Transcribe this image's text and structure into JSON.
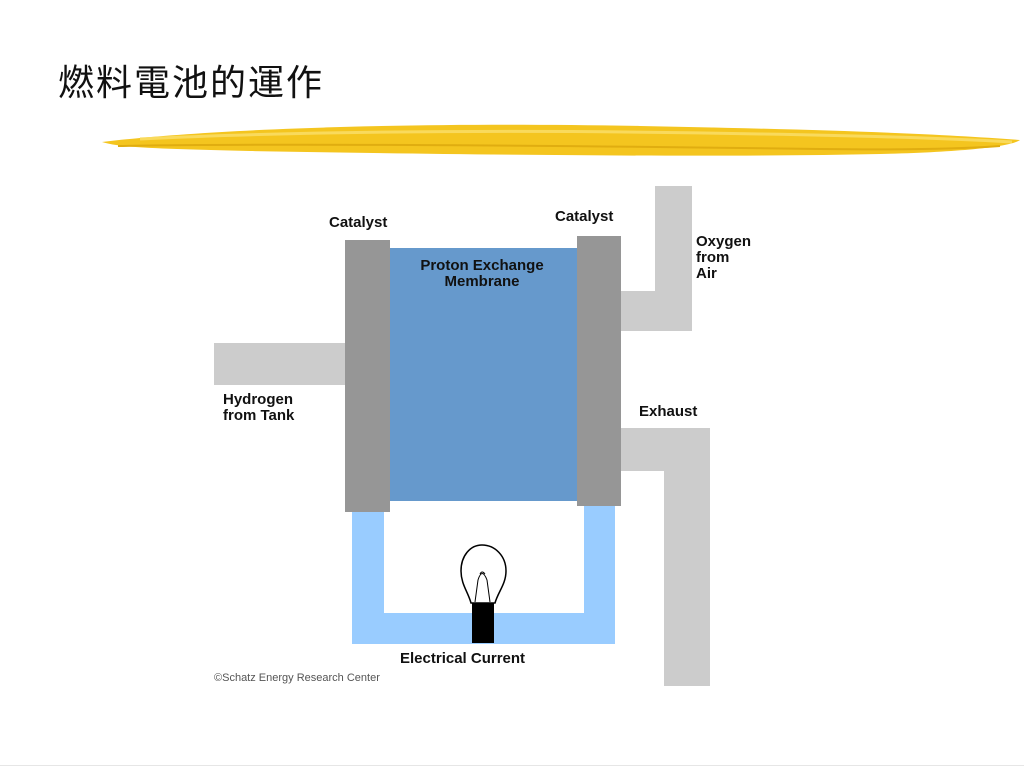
{
  "slide": {
    "title": "燃料電池的運作"
  },
  "diagram": {
    "labels": {
      "catalyst_left": "Catalyst",
      "catalyst_right": "Catalyst",
      "membrane_line1": "Proton Exchange",
      "membrane_line2": "Membrane",
      "oxygen_line1": "Oxygen",
      "oxygen_line2": "from",
      "oxygen_line3": "Air",
      "hydrogen_line1": "Hydrogen",
      "hydrogen_line2": "from Tank",
      "exhaust": "Exhaust",
      "current": "Electrical Current"
    },
    "credit": "Schatz Energy Research Center",
    "colors": {
      "membrane": "#6699cc",
      "catalyst": "#969696",
      "pipe": "#cccccc",
      "wire": "#99ccff",
      "brush": "#f2c21b"
    }
  }
}
